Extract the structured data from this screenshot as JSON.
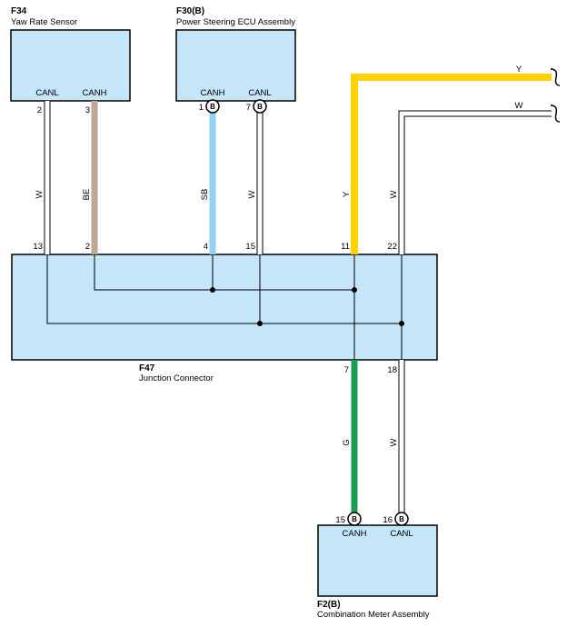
{
  "colors": {
    "box_fill": "#c5e5f8",
    "box_stroke": "#000000",
    "wire_y": "#ffd200",
    "wire_be": "#bda996",
    "wire_sb": "#8fd3f4",
    "wire_g": "#14a050",
    "wire_w": "#ffffff"
  },
  "connectors": {
    "f34": {
      "code": "F34",
      "name": "Yaw Rate Sensor",
      "pins": [
        {
          "num": "2",
          "label": "CANL"
        },
        {
          "num": "3",
          "label": "CANH"
        }
      ]
    },
    "f30": {
      "code": "F30(B)",
      "name": "Power Steering ECU Assembly",
      "badge": "B",
      "pins": [
        {
          "num": "1",
          "label": "CANH"
        },
        {
          "num": "7",
          "label": "CANL"
        }
      ]
    },
    "f47": {
      "code": "F47",
      "name": "Junction Connector",
      "top_pins": [
        "13",
        "2",
        "4",
        "15",
        "11",
        "22"
      ],
      "bottom_pins": [
        "7",
        "18"
      ]
    },
    "f2": {
      "code": "F2(B)",
      "name": "Combination Meter Assembly",
      "badge": "B",
      "pins": [
        {
          "num": "15",
          "label": "CANH"
        },
        {
          "num": "16",
          "label": "CANL"
        }
      ]
    }
  },
  "wires": [
    {
      "id": "f34-2",
      "color_code": "W"
    },
    {
      "id": "f34-3",
      "color_code": "BE"
    },
    {
      "id": "f30-1",
      "color_code": "SB"
    },
    {
      "id": "f30-7",
      "color_code": "W"
    },
    {
      "id": "j-11",
      "color_code": "Y"
    },
    {
      "id": "j-22",
      "color_code": "W"
    },
    {
      "id": "j-7",
      "color_code": "G"
    },
    {
      "id": "j-18",
      "color_code": "W"
    },
    {
      "id": "ext-y",
      "color_code": "Y"
    },
    {
      "id": "ext-w",
      "color_code": "W"
    }
  ]
}
